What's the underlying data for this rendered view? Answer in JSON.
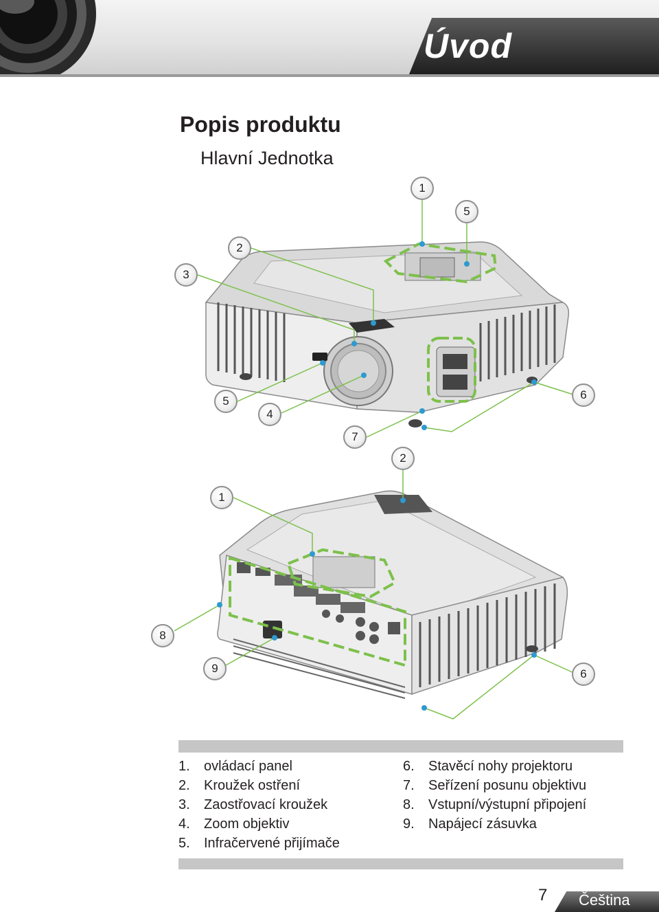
{
  "header": {
    "section_title": "Úvod"
  },
  "page": {
    "title": "Popis produktu",
    "subtitle": "Hlavní Jednotka"
  },
  "figure": {
    "callouts_top": [
      "1",
      "5",
      "2",
      "3",
      "5",
      "4",
      "7",
      "6"
    ],
    "callouts_bottom": [
      "2",
      "1",
      "8",
      "9",
      "6"
    ],
    "colors": {
      "highlight": "#7dc04b",
      "leader": "#2e9ad0",
      "body": "#bdbdbd"
    }
  },
  "legend": {
    "left": [
      {
        "num": "1.",
        "text": "ovládací panel"
      },
      {
        "num": "2.",
        "text": "Kroužek ostření"
      },
      {
        "num": "3.",
        "text": "Zaostřovací kroužek"
      },
      {
        "num": "4.",
        "text": "Zoom objektiv"
      },
      {
        "num": "5.",
        "text": "Infračervené přijímače"
      }
    ],
    "right": [
      {
        "num": "6.",
        "text": "Stavěcí nohy projektoru"
      },
      {
        "num": "7.",
        "text": "Seřízení posunu objektivu"
      },
      {
        "num": "8.",
        "text": "Vstupní/výstupní připojení"
      },
      {
        "num": "9.",
        "text": "Napájecí zásuvka"
      }
    ]
  },
  "footer": {
    "page_number": "7",
    "language": "Čeština"
  }
}
